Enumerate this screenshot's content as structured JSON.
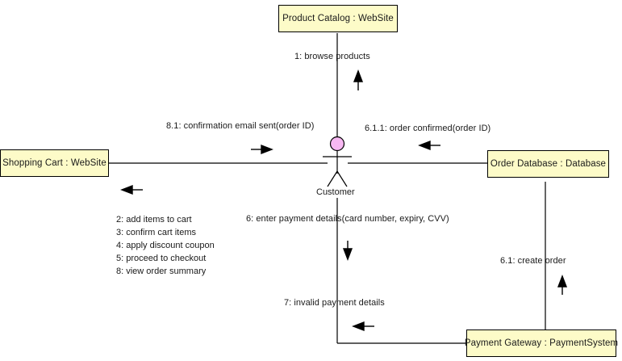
{
  "diagram": {
    "type": "uml-communication-diagram",
    "colors": {
      "node_fill": "#fdfbc8",
      "node_stroke": "#000000",
      "actor_head_fill": "#f7b8f2",
      "line": "#000000",
      "text": "#1a1a1a"
    },
    "nodes": [
      {
        "id": "product_catalog",
        "label": "Product Catalog : WebSite"
      },
      {
        "id": "shopping_cart",
        "label": "Shopping Cart : WebSite"
      },
      {
        "id": "order_database",
        "label": "Order Database : Database"
      },
      {
        "id": "payment_gateway",
        "label": "Payment Gateway : PaymentSystem"
      }
    ],
    "actor": {
      "id": "customer",
      "label": "Customer"
    },
    "messages": [
      {
        "id": "m1",
        "label": "1: browse products",
        "direction": "up"
      },
      {
        "id": "m81",
        "label": "8.1: confirmation email sent(order ID)",
        "direction": "right"
      },
      {
        "id": "m611",
        "label": "6.1.1: order confirmed(order ID)",
        "direction": "left"
      },
      {
        "id": "m6",
        "label": "6: enter payment details(card number, expiry, CVV)",
        "direction": "down"
      },
      {
        "id": "m7",
        "label": "7: invalid payment details",
        "direction": "left"
      },
      {
        "id": "m61",
        "label": "6.1: create order",
        "direction": "up"
      }
    ],
    "message_group_cart": {
      "direction": "left",
      "items": [
        "2: add items to cart",
        "3: confirm cart items",
        "4: apply discount coupon",
        "5: proceed to checkout",
        "8: view order summary"
      ]
    }
  }
}
